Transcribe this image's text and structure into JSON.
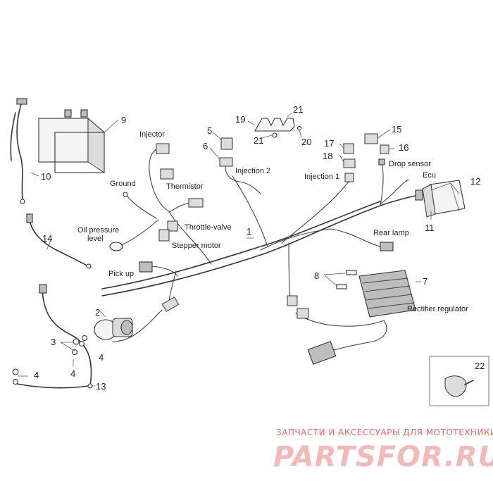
{
  "callouts": {
    "n1": "1",
    "n2": "2",
    "n3": "3",
    "n4a": "4",
    "n4b": "4",
    "n4c": "4",
    "n5": "5",
    "n6": "6",
    "n7": "7",
    "n8": "8",
    "n9": "9",
    "n10": "10",
    "n11": "11",
    "n12": "12",
    "n13": "13",
    "n14": "14",
    "n15": "15",
    "n16": "16",
    "n17": "17",
    "n18": "18",
    "n19": "19",
    "n20": "20",
    "n21a": "21",
    "n21b": "21",
    "n22": "22"
  },
  "labels": {
    "injector": "Injector",
    "ground": "Ground",
    "thermistor": "Thermistor",
    "oil_pressure_line1": "Oil pressure",
    "oil_pressure_line2": "level",
    "throttle_valve": "Throttle-valve",
    "stepper_motor": "Stepper motor",
    "pick_up": "Pick up",
    "injection_2": "Injection 2",
    "injection_1": "Injection 1",
    "drop_sensor": "Drop sensor",
    "ecu": "Ecu",
    "rear_lamp": "Rear lamp",
    "rectifier_regulator": "Rectifier regulator"
  },
  "watermark": {
    "line1": "ЗАПЧАСТИ И АКСЕССУАРЫ ДЛЯ МОТОТЕХНИКИ",
    "line2": "PARTSFOR.RU"
  }
}
